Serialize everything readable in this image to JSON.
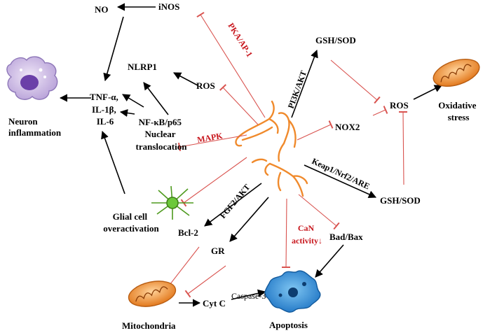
{
  "nodes": {
    "no": "NO",
    "inos": "iNOS",
    "nlrp1": "NLRP1",
    "ros_left": "ROS",
    "cytokines": [
      "TNF-α,",
      "IL-1β,",
      "IL-6"
    ],
    "neuron_inflammation": [
      "Neuron",
      "inflammation"
    ],
    "nfkb": [
      "NF-κB/p65",
      "Nuclear",
      "translocation"
    ],
    "glial": [
      "Glial cell",
      "overactivation"
    ],
    "gsh_sod_top": "GSH/SOD",
    "ros_right": "ROS",
    "nox2": "NOX2",
    "oxidative_stress": [
      "Oxidative",
      "stress"
    ],
    "gsh_sod_bottom": "GSH/SOD",
    "bcl2": "Bcl-2",
    "gr": "GR",
    "bad_bax": "Bad/Bax",
    "cyt_c": "Cyt C",
    "mitochondria": "Mitochondria",
    "apoptosis": "Apoptosis"
  },
  "pathway_labels": {
    "pka": "PKA/AP-1",
    "mapk": "MAPK",
    "pi3k": "PI3K/AKT",
    "keap1": "Keap1/Nrf2/ARE",
    "fgf2": "FGF2/AKT",
    "can": [
      "CaN",
      "activity↓"
    ],
    "caspase": "Caspase-3"
  },
  "colors": {
    "activation": "#000000",
    "inhibition": "#d9534f",
    "pathway_text": "#c8161d",
    "center_compound": "#f08a2c",
    "neuron_cell": "#a98fd0",
    "glial_cell": "#4e9a1e",
    "apoptotic_cell": "#2b8fd6",
    "mitochondria": "#e2781c"
  },
  "icons": {
    "center": "orange-molecule-figures",
    "neuron": "inflamed-neuron-cell-icon",
    "glial": "glial-cell-icon",
    "mito": "mitochondria-icon",
    "apoptosis": "apoptotic-cell-icon"
  }
}
